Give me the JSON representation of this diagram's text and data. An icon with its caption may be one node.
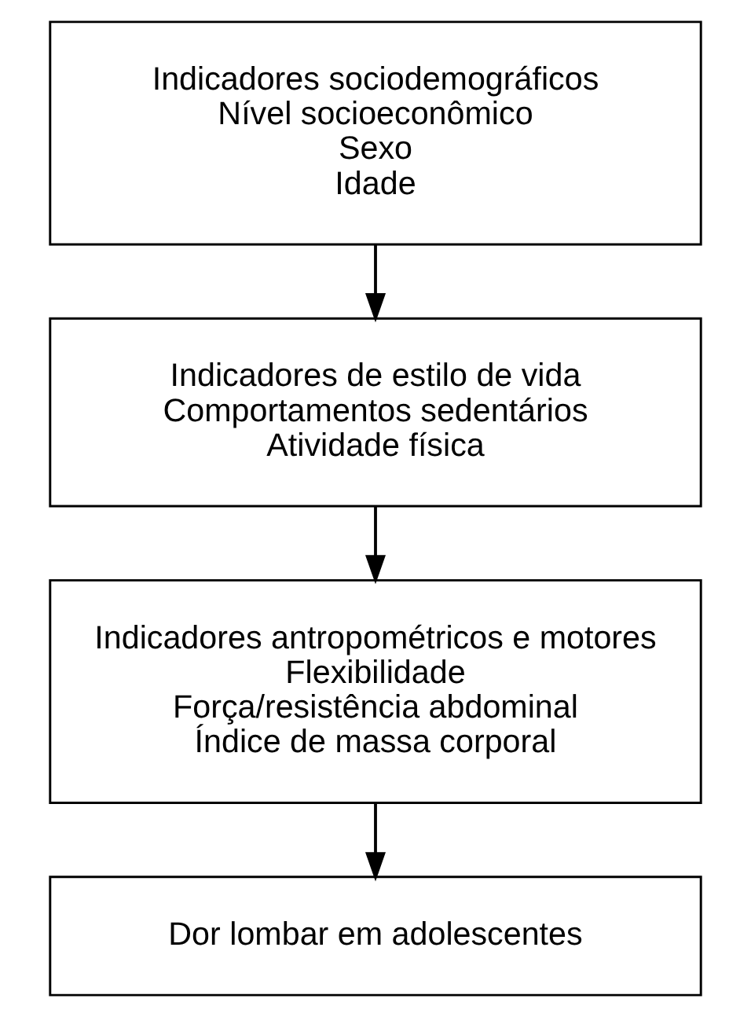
{
  "diagram": {
    "nodes": [
      {
        "text": [
          "Indicadores sociodemográficos",
          "Nível socioeconômico",
          "Sexo",
          "Idade"
        ]
      },
      {
        "text": [
          "Indicadores de estilo de vida",
          "Comportamentos sedentários",
          "Atividade física"
        ]
      },
      {
        "text": [
          "Indicadores antropométricos e motores",
          "Flexibilidade",
          "Força/resistência abdominal",
          "Índice de massa corporal"
        ]
      },
      {
        "text": [
          "Dor lombar em adolescentes"
        ]
      }
    ],
    "edges": [
      {
        "from": 0,
        "to": 1,
        "arrow": "to"
      },
      {
        "from": 1,
        "to": 2,
        "arrow": "to"
      },
      {
        "from": 2,
        "to": 3,
        "arrow": "to"
      }
    ]
  }
}
